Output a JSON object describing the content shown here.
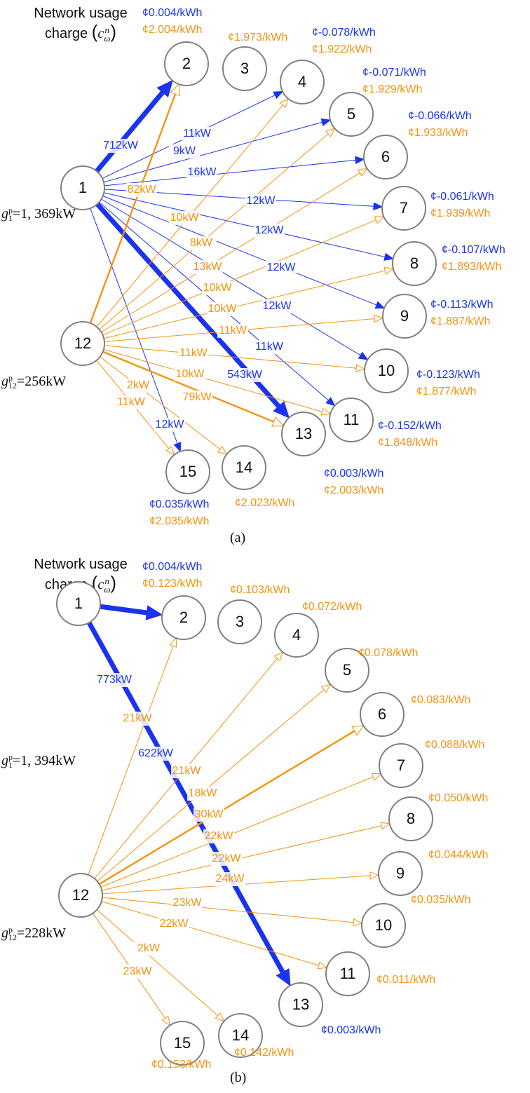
{
  "colors": {
    "blue": "#1a33ee",
    "orange": "#f5930f",
    "node_stroke": "#808080",
    "node_text": "#111111"
  },
  "header": {
    "line1": "Network usage",
    "line2_prefix": "charge",
    "symbol_base": "c",
    "symbol_sup": "n",
    "symbol_sub": "ω"
  },
  "panels": [
    {
      "caption": "(a)",
      "gen1": {
        "g": "g",
        "sub": "1",
        "sup": "p",
        "value": "=1, 369kW"
      },
      "gen12": {
        "g": "g",
        "sub": "12",
        "sup": "p",
        "value": "=256kW"
      },
      "nodes": [
        {
          "id": "1",
          "label": "1"
        },
        {
          "id": "2",
          "label": "2"
        },
        {
          "id": "3",
          "label": "3"
        },
        {
          "id": "4",
          "label": "4"
        },
        {
          "id": "5",
          "label": "5"
        },
        {
          "id": "6",
          "label": "6"
        },
        {
          "id": "7",
          "label": "7"
        },
        {
          "id": "8",
          "label": "8"
        },
        {
          "id": "9",
          "label": "9"
        },
        {
          "id": "10",
          "label": "10"
        },
        {
          "id": "11",
          "label": "11"
        },
        {
          "id": "12",
          "label": "12"
        },
        {
          "id": "13",
          "label": "13"
        },
        {
          "id": "14",
          "label": "14"
        },
        {
          "id": "15",
          "label": "15"
        }
      ],
      "flows": [
        {
          "from": "1",
          "to": "2",
          "value": "712kW",
          "color": "blue",
          "weight": "heavy"
        },
        {
          "from": "1",
          "to": "4",
          "value": "11kW",
          "color": "blue",
          "weight": "thin"
        },
        {
          "from": "1",
          "to": "5",
          "value": "9kW",
          "color": "blue",
          "weight": "thin"
        },
        {
          "from": "1",
          "to": "6",
          "value": "16kW",
          "color": "blue",
          "weight": "thin"
        },
        {
          "from": "1",
          "to": "7",
          "value": "12kW",
          "color": "blue",
          "weight": "thin"
        },
        {
          "from": "1",
          "to": "8",
          "value": "12kW",
          "color": "blue",
          "weight": "thin"
        },
        {
          "from": "1",
          "to": "9",
          "value": "12kW",
          "color": "blue",
          "weight": "thin"
        },
        {
          "from": "1",
          "to": "10",
          "value": "12kW",
          "color": "blue",
          "weight": "thin"
        },
        {
          "from": "1",
          "to": "11",
          "value": "11kW",
          "color": "blue",
          "weight": "thin"
        },
        {
          "from": "1",
          "to": "13",
          "value": "543kW",
          "color": "blue",
          "weight": "heavy"
        },
        {
          "from": "1",
          "to": "15",
          "value": "12kW",
          "color": "blue",
          "weight": "thin"
        },
        {
          "from": "12",
          "to": "2",
          "value": "82kW",
          "color": "orange",
          "weight": "medium"
        },
        {
          "from": "12",
          "to": "4",
          "value": "10kW",
          "color": "orange",
          "weight": "thin"
        },
        {
          "from": "12",
          "to": "5",
          "value": "8kW",
          "color": "orange",
          "weight": "thin"
        },
        {
          "from": "12",
          "to": "6",
          "value": "13kW",
          "color": "orange",
          "weight": "thin"
        },
        {
          "from": "12",
          "to": "7",
          "value": "10kW",
          "color": "orange",
          "weight": "thin"
        },
        {
          "from": "12",
          "to": "8",
          "value": "10kW",
          "color": "orange",
          "weight": "thin"
        },
        {
          "from": "12",
          "to": "9",
          "value": "11kW",
          "color": "orange",
          "weight": "thin"
        },
        {
          "from": "12",
          "to": "10",
          "value": "11kW",
          "color": "orange",
          "weight": "thin"
        },
        {
          "from": "12",
          "to": "11",
          "value": "10kW",
          "color": "orange",
          "weight": "thin"
        },
        {
          "from": "12",
          "to": "13",
          "value": "79kW",
          "color": "orange",
          "weight": "medium"
        },
        {
          "from": "12",
          "to": "14",
          "value": "2kW",
          "color": "orange",
          "weight": "thin"
        },
        {
          "from": "12",
          "to": "15",
          "value": "11kW",
          "color": "orange",
          "weight": "thin"
        }
      ],
      "charges": [
        {
          "node": "2",
          "blue": "¢0.004/kWh",
          "orange": "¢2.004/kWh"
        },
        {
          "node": "3",
          "blue": "",
          "orange": "¢1.973/kWh"
        },
        {
          "node": "4",
          "blue": "¢-0.078/kWh",
          "orange": "¢1.922/kWh"
        },
        {
          "node": "5",
          "blue": "¢-0.071/kWh",
          "orange": "¢1.929/kWh"
        },
        {
          "node": "6",
          "blue": "¢-0.066/kWh",
          "orange": "¢1.933/kWh"
        },
        {
          "node": "7",
          "blue": "¢-0.061/kWh",
          "orange": "¢1.939/kWh"
        },
        {
          "node": "8",
          "blue": "¢-0.107/kWh",
          "orange": "¢1.893/kWh"
        },
        {
          "node": "9",
          "blue": "¢-0.113/kWh",
          "orange": "¢1.887/kWh"
        },
        {
          "node": "10",
          "blue": "¢-0.123/kWh",
          "orange": "¢1.877/kWh"
        },
        {
          "node": "11",
          "blue": "¢-0.152/kWh",
          "orange": "¢1.848/kWh"
        },
        {
          "node": "13",
          "blue": "¢0.003/kWh",
          "orange": "¢2.003/kWh"
        },
        {
          "node": "14",
          "blue": "",
          "orange": "¢2.023/kWh"
        },
        {
          "node": "15",
          "blue": "¢0.035/kWh",
          "orange": "¢2.035/kWh"
        }
      ]
    },
    {
      "caption": "(b)",
      "gen1": {
        "g": "g",
        "sub": "1",
        "sup": "p",
        "value": "=1, 394kW"
      },
      "gen12": {
        "g": "g",
        "sub": "12",
        "sup": "p",
        "value": "=228kW"
      },
      "nodes": [
        {
          "id": "1",
          "label": "1"
        },
        {
          "id": "2",
          "label": "2"
        },
        {
          "id": "3",
          "label": "3"
        },
        {
          "id": "4",
          "label": "4"
        },
        {
          "id": "5",
          "label": "5"
        },
        {
          "id": "6",
          "label": "6"
        },
        {
          "id": "7",
          "label": "7"
        },
        {
          "id": "8",
          "label": "8"
        },
        {
          "id": "9",
          "label": "9"
        },
        {
          "id": "10",
          "label": "10"
        },
        {
          "id": "11",
          "label": "11"
        },
        {
          "id": "12",
          "label": "12"
        },
        {
          "id": "13",
          "label": "13"
        },
        {
          "id": "14",
          "label": "14"
        },
        {
          "id": "15",
          "label": "15"
        }
      ],
      "flows": [
        {
          "from": "1",
          "to": "2",
          "value": "773kW",
          "color": "blue",
          "weight": "heavy"
        },
        {
          "from": "1",
          "to": "13",
          "value": "622kW",
          "color": "blue",
          "weight": "heavy"
        },
        {
          "from": "12",
          "to": "2",
          "value": "21kW",
          "color": "orange",
          "weight": "thin"
        },
        {
          "from": "12",
          "to": "4",
          "value": "21kW",
          "color": "orange",
          "weight": "thin"
        },
        {
          "from": "12",
          "to": "5",
          "value": "18kW",
          "color": "orange",
          "weight": "thin"
        },
        {
          "from": "12",
          "to": "6",
          "value": "30kW",
          "color": "orange",
          "weight": "medium"
        },
        {
          "from": "12",
          "to": "7",
          "value": "22kW",
          "color": "orange",
          "weight": "thin"
        },
        {
          "from": "12",
          "to": "8",
          "value": "22kW",
          "color": "orange",
          "weight": "thin"
        },
        {
          "from": "12",
          "to": "9",
          "value": "24kW",
          "color": "orange",
          "weight": "thin"
        },
        {
          "from": "12",
          "to": "10",
          "value": "23kW",
          "color": "orange",
          "weight": "thin"
        },
        {
          "from": "12",
          "to": "11",
          "value": "22kW",
          "color": "orange",
          "weight": "thin"
        },
        {
          "from": "12",
          "to": "14",
          "value": "2kW",
          "color": "orange",
          "weight": "thin"
        },
        {
          "from": "12",
          "to": "15",
          "value": "23kW",
          "color": "orange",
          "weight": "thin"
        }
      ],
      "charges": [
        {
          "node": "2",
          "blue": "¢0.004/kWh",
          "orange": "¢0.123/kWh"
        },
        {
          "node": "3",
          "blue": "",
          "orange": "¢0.103/kWh"
        },
        {
          "node": "4",
          "blue": "",
          "orange": "¢0.072/kWh"
        },
        {
          "node": "5",
          "blue": "",
          "orange": "¢0.078/kWh"
        },
        {
          "node": "6",
          "blue": "",
          "orange": "¢0.083/kWh"
        },
        {
          "node": "7",
          "blue": "",
          "orange": "¢0.088/kWh"
        },
        {
          "node": "8",
          "blue": "",
          "orange": "¢0.050/kWh"
        },
        {
          "node": "9",
          "blue": "",
          "orange": "¢0.044/kWh"
        },
        {
          "node": "10",
          "blue": "",
          "orange": "¢0.035/kWh"
        },
        {
          "node": "11",
          "blue": "",
          "orange": "¢0.011/kWh"
        },
        {
          "node": "13",
          "blue": "¢0.003/kWh",
          "orange": ""
        },
        {
          "node": "14",
          "blue": "",
          "orange": "¢0.142/kWh"
        },
        {
          "node": "15",
          "blue": "",
          "orange": "¢0.153/kWh"
        }
      ]
    }
  ]
}
